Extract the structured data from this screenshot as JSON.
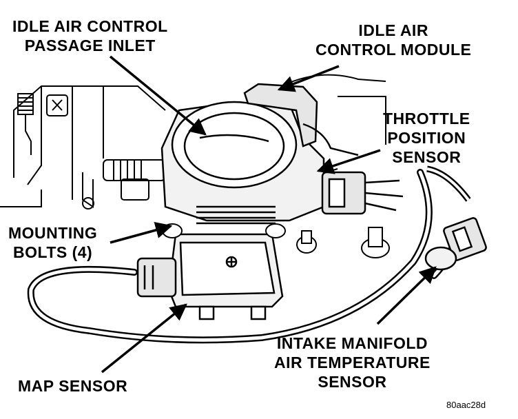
{
  "labels": {
    "idle_air_passage": [
      "IDLE AIR CONTROL",
      "PASSAGE INLET"
    ],
    "idle_air_module": [
      "IDLE AIR",
      "CONTROL MODULE"
    ],
    "throttle_sensor": [
      "THROTTLE",
      "POSITION",
      "SENSOR"
    ],
    "mounting_bolts": [
      "MOUNTING",
      "BOLTS (4)"
    ],
    "map_sensor": [
      "MAP SENSOR"
    ],
    "intake_temp_sensor": [
      "INTAKE MANIFOLD",
      "AIR TEMPERATURE",
      "SENSOR"
    ]
  },
  "reference_code": "80aac28d"
}
